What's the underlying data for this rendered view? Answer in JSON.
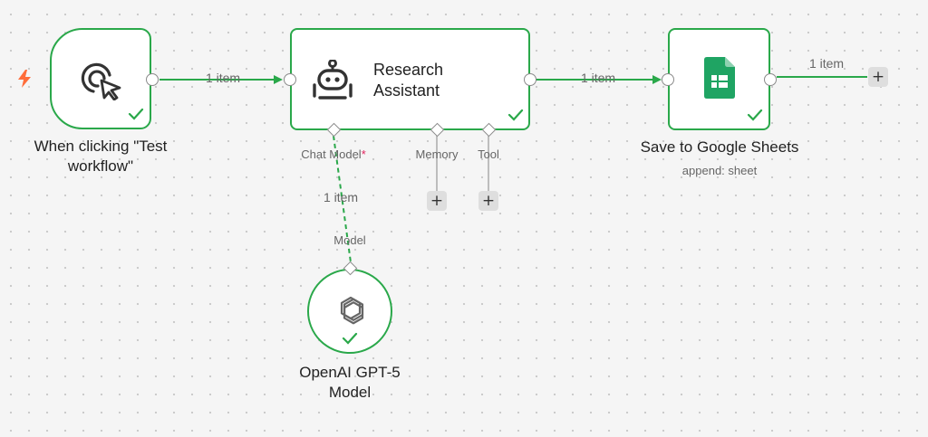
{
  "nodes": {
    "trigger": {
      "title": "When clicking \"Test workflow\""
    },
    "agent": {
      "title": "Research Assistant",
      "ports": {
        "chat_model": "Chat Model",
        "required_mark": "*",
        "memory": "Memory",
        "tool": "Tool"
      }
    },
    "sheets": {
      "title": "Save to Google Sheets",
      "subtitle": "append: sheet"
    },
    "model": {
      "title": "OpenAI GPT-5 Model",
      "port": "Model"
    }
  },
  "edges": {
    "trigger_to_agent": "1 item",
    "agent_to_sheets": "1 item",
    "sheets_out": "1 item",
    "model_to_agent": "1 item"
  },
  "buttons": {
    "add": "+"
  },
  "icons": {
    "trigger": "cursor-click-icon",
    "agent": "robot-icon",
    "sheets": "google-sheets-icon",
    "model": "openai-icon",
    "lightning": "lightning-icon",
    "check": "check-icon"
  },
  "colors": {
    "success": "#2aa84a",
    "sheets_green": "#1fa463",
    "trigger_bolt": "#ff6d3a",
    "required": "#e0245e"
  }
}
